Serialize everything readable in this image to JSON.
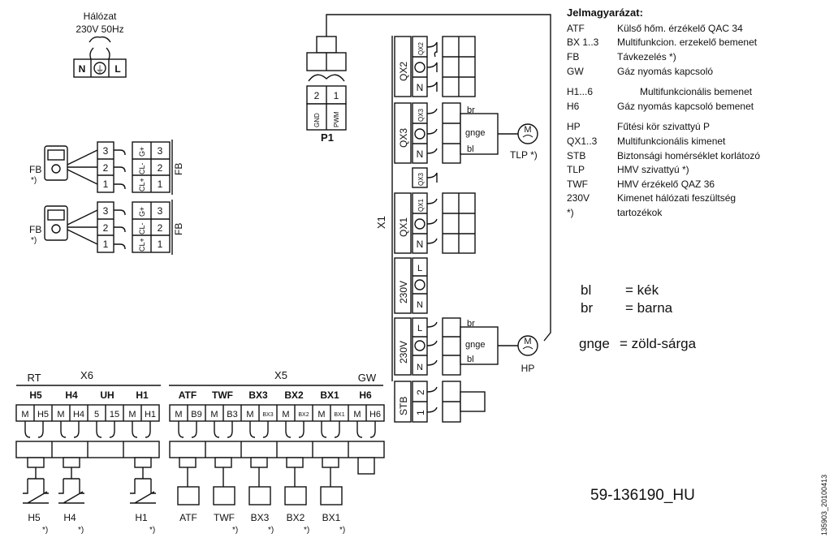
{
  "mains": {
    "title": "Hálózat",
    "voltage": "230V 50Hz",
    "terminals": [
      "N",
      "⏚",
      "L"
    ]
  },
  "fb": {
    "label": "FB",
    "star": "*)",
    "pins": [
      "3",
      "2",
      "1"
    ],
    "signals": [
      "G+",
      "CL-",
      "CL+"
    ],
    "block_label": "FB"
  },
  "p1": {
    "label": "P1",
    "pins": [
      "2",
      "1"
    ],
    "signals": [
      "GND",
      "PWM"
    ]
  },
  "x1": {
    "label": "X1"
  },
  "qx2": {
    "label": "QX2",
    "top": "QX2",
    "n": "N"
  },
  "qx3": {
    "label": "QX3",
    "top": "QX3",
    "n": "N",
    "wires": [
      "br",
      "gnge",
      "bl"
    ]
  },
  "tlp": {
    "label": "TLP *)",
    "motor": "M"
  },
  "qx_small": {
    "label": "QX3"
  },
  "qx1": {
    "label": "QX1",
    "top": "QX1",
    "n": "N"
  },
  "v230a": {
    "label": "230V",
    "l": "L",
    "n": "N"
  },
  "v230b": {
    "label": "230V",
    "l": "L",
    "n": "N",
    "wires": [
      "br",
      "gnge",
      "bl"
    ]
  },
  "hp": {
    "label": "HP",
    "motor": "M"
  },
  "stb": {
    "label": "STB",
    "pins": [
      "1",
      "2"
    ]
  },
  "x6": {
    "label": "X6",
    "rt": "RT",
    "groups": [
      {
        "label": "H5",
        "pins": [
          "M",
          "H5"
        ]
      },
      {
        "label": "H4",
        "pins": [
          "M",
          "H4"
        ]
      },
      {
        "label": "UH",
        "pins": [
          "5",
          "15"
        ]
      },
      {
        "label": "H1",
        "pins": [
          "M",
          "H1"
        ]
      }
    ]
  },
  "x5": {
    "label": "X5",
    "gw": "GW",
    "groups": [
      {
        "label": "ATF",
        "pins": [
          "M",
          "B9"
        ]
      },
      {
        "label": "TWF",
        "pins": [
          "M",
          "B3"
        ]
      },
      {
        "label": "BX3",
        "pins": [
          "M",
          "BX3"
        ]
      },
      {
        "label": "BX2",
        "pins": [
          "M",
          "BX2"
        ]
      },
      {
        "label": "BX1",
        "pins": [
          "M",
          "BX1"
        ]
      },
      {
        "label": "H6",
        "pins": [
          "M",
          "H6"
        ]
      }
    ]
  },
  "bottom_devices": {
    "switches": [
      "H5",
      "H4",
      "H1"
    ],
    "sensors": [
      "ATF",
      "TWF",
      "BX3",
      "BX2",
      "BX1"
    ],
    "star": "*)"
  },
  "legend": {
    "title": "Jelmagyarázat:",
    "items": [
      {
        "key": "ATF",
        "desc": "Külső hőm. érzékelő QAC 34"
      },
      {
        "key": "BX 1..3",
        "desc": "Multifunkcion. erzekelő bemenet"
      },
      {
        "key": "FB",
        "desc": "Távkezelés *)"
      },
      {
        "key": "GW",
        "desc": "Gáz nyomás kapcsoló"
      },
      {
        "key": "H1...6",
        "desc": "Multifunkcionális bemenet"
      },
      {
        "key": "H6",
        "desc": "Gáz nyomás kapcsoló bemenet"
      },
      {
        "key": "HP",
        "desc": "Fűtési kör szivattyú P"
      },
      {
        "key": "QX1..3",
        "desc": "Multifunkcionális kimenet"
      },
      {
        "key": "STB",
        "desc": "Biztonsági homérséklet korlátozó"
      },
      {
        "key": "TLP",
        "desc": "HMV szivattyú *)"
      },
      {
        "key": "TWF",
        "desc": "HMV érzékelő QAZ 36"
      },
      {
        "key": "230V",
        "desc": "Kimenet hálózati feszültség"
      },
      {
        "key": "*)",
        "desc": "tartozékok"
      }
    ]
  },
  "colors": [
    {
      "key": "bl",
      "value": "= kék"
    },
    {
      "key": "br",
      "value": "= barna"
    },
    {
      "key": "gnge",
      "value": "= zöld-sárga"
    }
  ],
  "reference": "59-136190_HU",
  "stamp": "135903_20100413"
}
